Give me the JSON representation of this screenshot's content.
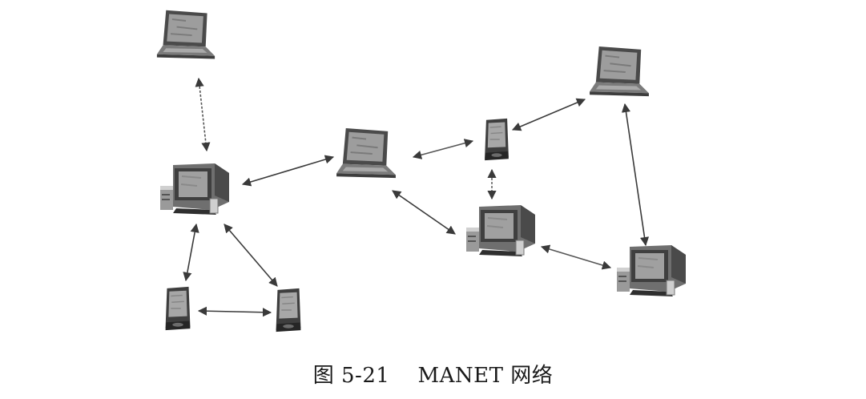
{
  "caption": "图 5-21    MANET 网络",
  "nodes": [
    {
      "id": "laptop-top-left",
      "type": "laptop"
    },
    {
      "id": "laptop-center",
      "type": "laptop"
    },
    {
      "id": "laptop-top-right",
      "type": "laptop"
    },
    {
      "id": "desktop-left",
      "type": "desktop"
    },
    {
      "id": "desktop-center",
      "type": "desktop"
    },
    {
      "id": "desktop-right",
      "type": "desktop"
    },
    {
      "id": "pda-bottom-left",
      "type": "pda"
    },
    {
      "id": "pda-bottom-middle",
      "type": "pda"
    },
    {
      "id": "pda-top-center",
      "type": "pda"
    }
  ],
  "links": [
    {
      "from": "laptop-top-left",
      "to": "desktop-left"
    },
    {
      "from": "desktop-left",
      "to": "laptop-center"
    },
    {
      "from": "desktop-left",
      "to": "pda-bottom-left"
    },
    {
      "from": "desktop-left",
      "to": "pda-bottom-middle"
    },
    {
      "from": "pda-bottom-left",
      "to": "pda-bottom-middle"
    },
    {
      "from": "laptop-center",
      "to": "pda-top-center"
    },
    {
      "from": "laptop-center",
      "to": "desktop-center"
    },
    {
      "from": "pda-top-center",
      "to": "laptop-top-right"
    },
    {
      "from": "pda-top-center",
      "to": "desktop-center"
    },
    {
      "from": "laptop-top-right",
      "to": "desktop-right"
    },
    {
      "from": "desktop-center",
      "to": "desktop-right"
    }
  ],
  "colors": {
    "link": "#3a3a3a",
    "device_dark": "#3d3d3d",
    "device_body": "#8c8c8c",
    "device_light": "#c8c8c8",
    "screen": "#9a9a9a"
  }
}
